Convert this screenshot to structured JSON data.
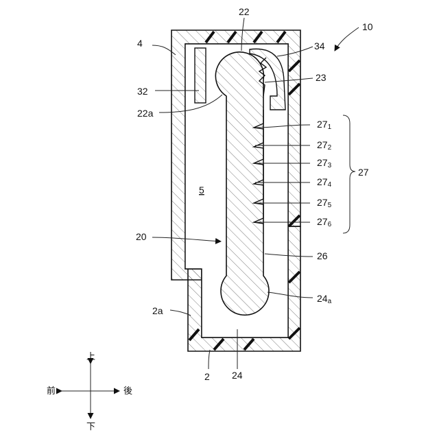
{
  "figure": {
    "labels": {
      "device": "10",
      "ref_4": "4",
      "ref_22": "22",
      "ref_34": "34",
      "ref_23": "23",
      "ref_32": "32",
      "ref_22a": "22a",
      "ref_27": "27",
      "ref_27_1": {
        "base": "27",
        "sub": "1"
      },
      "ref_27_2": {
        "base": "27",
        "sub": "2"
      },
      "ref_27_3": {
        "base": "27",
        "sub": "3"
      },
      "ref_27_4": {
        "base": "27",
        "sub": "4"
      },
      "ref_27_5": {
        "base": "27",
        "sub": "5"
      },
      "ref_27_6": {
        "base": "27",
        "sub": "6"
      },
      "ref_5": "5",
      "ref_20": "20",
      "ref_26": "26",
      "ref_24a": {
        "base": "24",
        "sub": "a"
      },
      "ref_2a": "2a",
      "ref_2": "2",
      "ref_24": "24"
    },
    "directions": {
      "up": "上",
      "down": "下",
      "front": "前",
      "rear": "後"
    }
  }
}
